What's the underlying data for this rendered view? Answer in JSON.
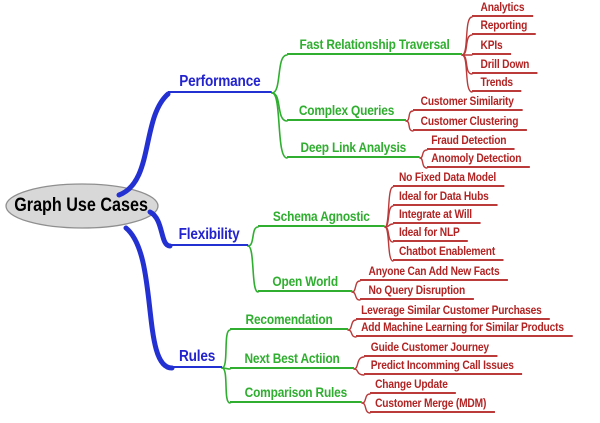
{
  "diagram_type": "mindmap",
  "root": {
    "label": "Graph Use Cases"
  },
  "branches": [
    {
      "label": "Performance",
      "children": [
        {
          "label": "Fast Relationship Traversal",
          "children": [
            {
              "label": "Analytics"
            },
            {
              "label": "Reporting"
            },
            {
              "label": "KPIs"
            },
            {
              "label": "Drill Down"
            },
            {
              "label": "Trends"
            }
          ]
        },
        {
          "label": "Complex Queries",
          "children": [
            {
              "label": "Customer Similarity"
            },
            {
              "label": "Customer Clustering"
            }
          ]
        },
        {
          "label": "Deep Link Analysis",
          "children": [
            {
              "label": "Fraud Detection"
            },
            {
              "label": "Anomoly Detection"
            }
          ]
        }
      ]
    },
    {
      "label": "Flexibility",
      "children": [
        {
          "label": "Schema Agnostic",
          "children": [
            {
              "label": "No Fixed Data Model"
            },
            {
              "label": "Ideal for Data Hubs"
            },
            {
              "label": "Integrate at Will"
            },
            {
              "label": "Ideal for NLP"
            },
            {
              "label": "Chatbot Enablement"
            }
          ]
        },
        {
          "label": "Open World",
          "children": [
            {
              "label": "Anyone Can Add New Facts"
            },
            {
              "label": "No Query Disruption"
            }
          ]
        }
      ]
    },
    {
      "label": "Rules",
      "children": [
        {
          "label": "Recomendation",
          "children": [
            {
              "label": "Leverage Similar Customer Purchases"
            },
            {
              "label": "Add Machine Learning for Similar Products"
            }
          ]
        },
        {
          "label": "Next Best Actiion",
          "children": [
            {
              "label": "Guide Customer Journey"
            },
            {
              "label": "Predict Incomming Call Issues"
            }
          ]
        },
        {
          "label": "Comparison Rules",
          "children": [
            {
              "label": "Change Update"
            },
            {
              "label": "Customer Merge (MDM)"
            }
          ]
        }
      ]
    }
  ],
  "colors": {
    "background": "#ffffff",
    "branch_blue": "#2330d2",
    "topic_green": "#2fae2f",
    "leaf_red": "#b22424",
    "root_fill": "#d8d8d8",
    "root_border": "#8f8f8f",
    "root_text": "#000000"
  }
}
